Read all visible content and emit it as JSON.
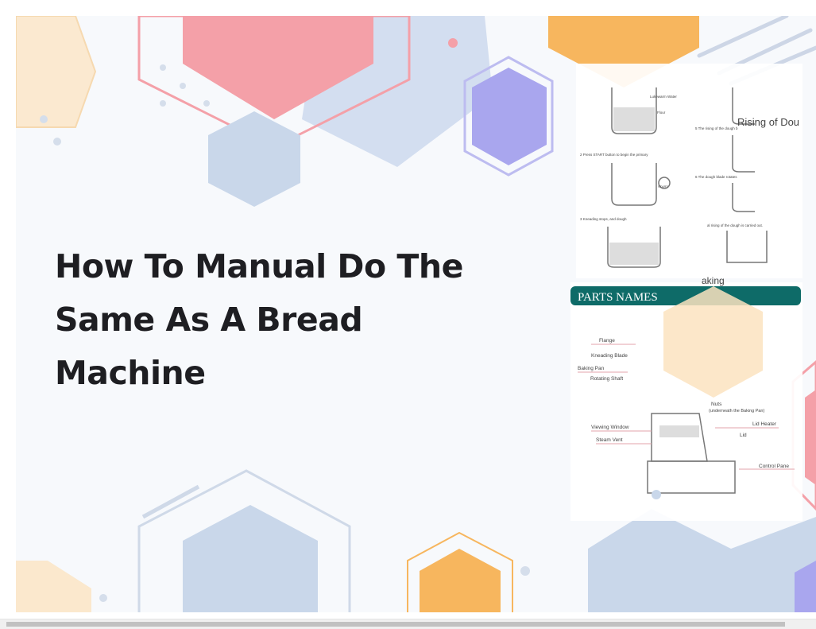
{
  "hero": {
    "title": "How To Manual Do The Same As A Bread Machine",
    "colors": {
      "pink": "#f4a0a8",
      "blue": "#c9d7ea",
      "purple": "#a9a6ee",
      "orange": "#f7b65e",
      "beige": "#fbe3c0",
      "teal": "#0e6b68"
    }
  },
  "manual": {
    "rising_heading": "Rising of Dou",
    "baking_heading": "aking",
    "start_label": "START",
    "parts_heading": "PARTS NAMES",
    "labels": [
      "Flange",
      "Kneading Blade",
      "Baking Pan",
      "Rotating Shaft",
      "Viewing Window",
      "Steam Vent",
      "Lid Heater",
      "Lid",
      "Control Pane",
      "Nuts",
      "(underneath the Baking Pan)"
    ],
    "steps": [
      "Lukewarm Water",
      "Flour",
      "2 Press START button to begin the primary",
      "3 Kneading stops, and dough",
      "5 The rising of the dough b",
      "6 The dough blade rotates",
      "al rising of the dough is carried out."
    ]
  },
  "scrollbar": {
    "orientation": "horizontal"
  }
}
